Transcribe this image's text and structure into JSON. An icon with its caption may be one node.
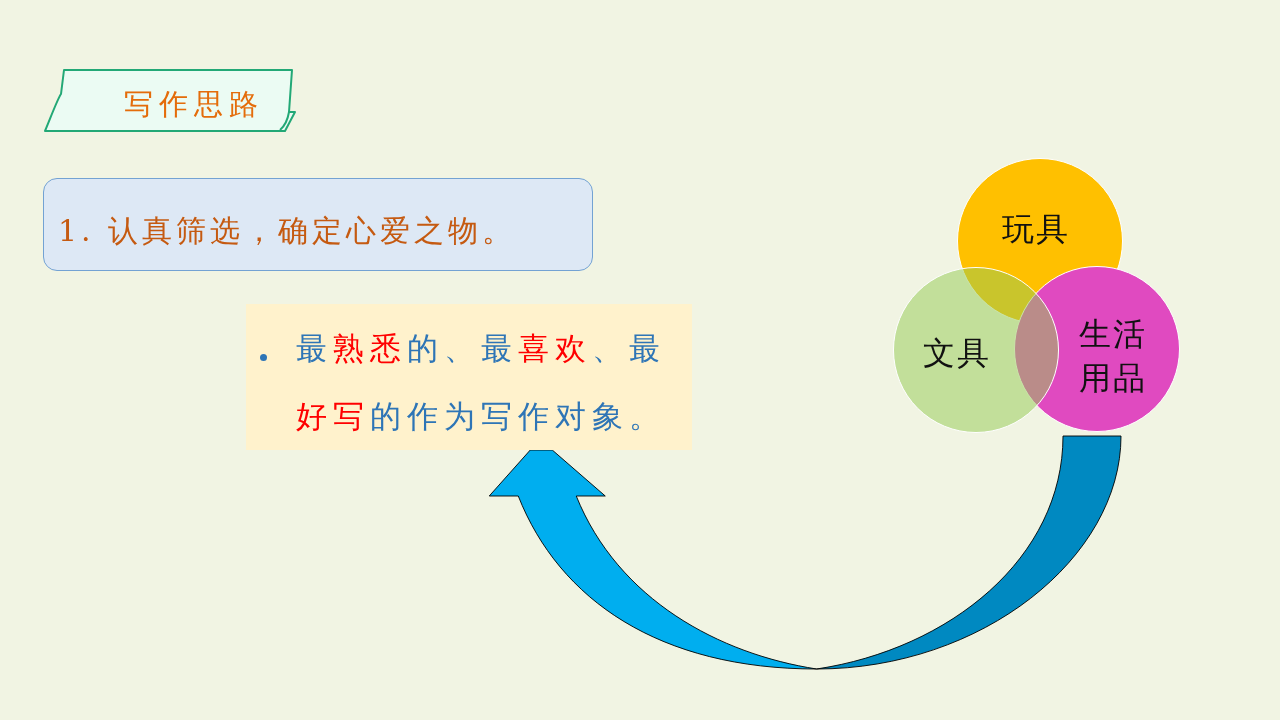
{
  "diagram": {
    "nodes": [
      {
        "text": [
          "写作思路"
        ]
      },
      {
        "text": [
          "1. 认真筛选，确定心爱之物。"
        ]
      },
      {
        "text": [
          "最**熟悉**的、最**喜欢**、最**好写**的作为写作对象。"
        ]
      },
      {
        "text": [
          "玩具"
        ]
      },
      {
        "text": [
          "文具"
        ]
      },
      {
        "text": [
          "生活用品"
        ]
      }
    ],
    "edges": [
      {
        "from": 5,
        "to": 2,
        "arrow": "to"
      }
    ]
  }
}
